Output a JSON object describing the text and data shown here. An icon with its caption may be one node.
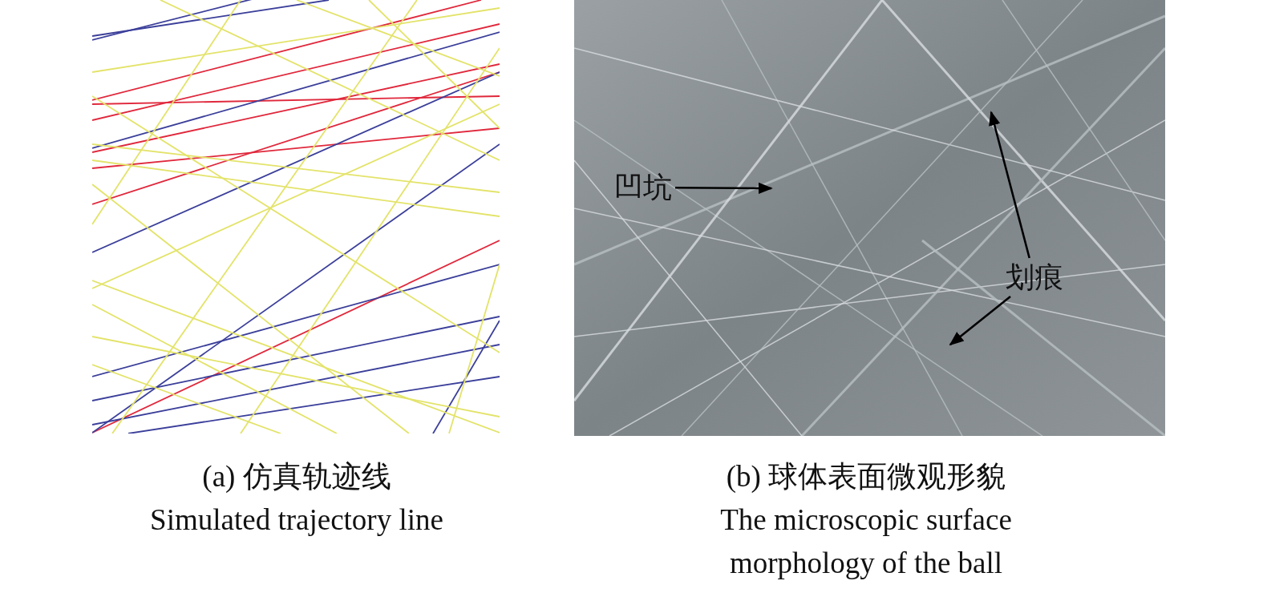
{
  "diagram": {
    "nodes": [
      {
        "text": [
          "凹坑"
        ]
      },
      {
        "text": [
          "划痕"
        ]
      }
    ],
    "edges": [
      {
        "from": 0,
        "to": null,
        "arrow": "to"
      },
      {
        "from": 1,
        "to": null,
        "arrow": "to"
      },
      {
        "from": 1,
        "to": null,
        "arrow": "to"
      }
    ],
    "labels": [
      "(a) 仿真轨迹线",
      "Simulated trajectory line",
      "(b) 球体表面微观形貌",
      "The microscopic surface morphology of the ball"
    ]
  }
}
